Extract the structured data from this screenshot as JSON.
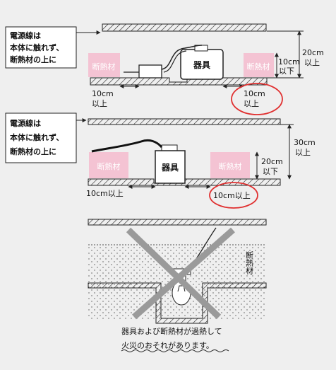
{
  "diagram": {
    "callout_top": [
      "電源線は",
      "本体に触れず、",
      "断熱材の上に"
    ],
    "callout_mid": [
      "電源線は",
      "本体に触れず、",
      "断熱材の上に"
    ],
    "insulation_label": "断熱材",
    "fixture_label": "器具",
    "top": {
      "dim_gap_lines": [
        "10cm",
        "以上"
      ],
      "dim_side_lines": [
        "10cm",
        "以下"
      ],
      "dim_height_lines": [
        "20cm",
        "以上"
      ]
    },
    "mid": {
      "dim_gap_left": "10cm以上",
      "dim_gap_right": "10cm以上",
      "dim_side_lines": [
        "20cm",
        "以下"
      ],
      "dim_height_lines": [
        "30cm",
        "以上"
      ]
    },
    "bottom": {
      "insulation_vertical": "断熱材",
      "warning_lines": [
        "器具および断熱材が過熱して",
        "火災のおそれがあります。"
      ]
    },
    "colors": {
      "pink": "#f4c3d3",
      "red": "#e03030",
      "line": "#222222"
    }
  }
}
